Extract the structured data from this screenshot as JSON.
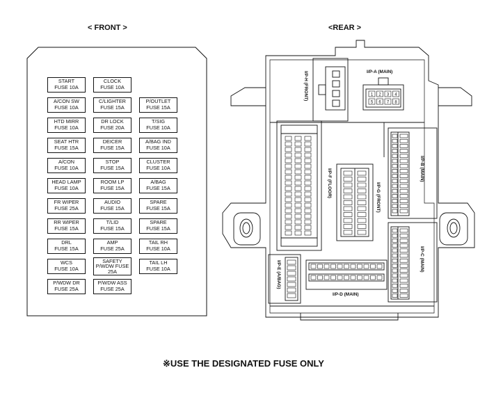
{
  "front": {
    "title": "< FRONT >",
    "fuses": [
      {
        "row": 0,
        "col": 0,
        "lines": [
          "START",
          "FUSE 10A"
        ]
      },
      {
        "row": 0,
        "col": 1,
        "lines": [
          "CLOCK",
          "FUSE 10A"
        ]
      },
      {
        "row": 1,
        "col": 0,
        "lines": [
          "A/CON SW",
          "FUSE 10A"
        ]
      },
      {
        "row": 1,
        "col": 1,
        "lines": [
          "C/LIGHTER",
          "FUSE 15A"
        ]
      },
      {
        "row": 1,
        "col": 2,
        "lines": [
          "P/OUTLET",
          "FUSE 15A"
        ]
      },
      {
        "row": 2,
        "col": 0,
        "lines": [
          "HTD MIRR",
          "FUSE 10A"
        ]
      },
      {
        "row": 2,
        "col": 1,
        "lines": [
          "DR  LOCK",
          "FUSE 20A"
        ]
      },
      {
        "row": 2,
        "col": 2,
        "lines": [
          "T/SIG",
          "FUSE 10A"
        ]
      },
      {
        "row": 3,
        "col": 0,
        "lines": [
          "SEAT HTR",
          "FUSE 15A"
        ]
      },
      {
        "row": 3,
        "col": 1,
        "lines": [
          "DEICER",
          "FUSE 15A"
        ]
      },
      {
        "row": 3,
        "col": 2,
        "lines": [
          "A/BAG IND",
          "FUSE 10A"
        ]
      },
      {
        "row": 4,
        "col": 0,
        "lines": [
          "A/CON",
          "FUSE 10A"
        ]
      },
      {
        "row": 4,
        "col": 1,
        "lines": [
          "STOP",
          "FUSE 15A"
        ]
      },
      {
        "row": 4,
        "col": 2,
        "lines": [
          "CLUSTER",
          "FUSE 10A"
        ]
      },
      {
        "row": 5,
        "col": 0,
        "lines": [
          "HEAD LAMP",
          "FUSE 10A"
        ]
      },
      {
        "row": 5,
        "col": 1,
        "lines": [
          "ROOM LP",
          "FUSE 15A"
        ]
      },
      {
        "row": 5,
        "col": 2,
        "lines": [
          "A/BAG",
          "FUSE 15A"
        ]
      },
      {
        "row": 6,
        "col": 0,
        "lines": [
          "FR WIPER",
          "FUSE 25A"
        ]
      },
      {
        "row": 6,
        "col": 1,
        "lines": [
          "AUDIO",
          "FUSE 15A"
        ]
      },
      {
        "row": 6,
        "col": 2,
        "lines": [
          "SPARE",
          "FUSE 15A"
        ]
      },
      {
        "row": 7,
        "col": 0,
        "lines": [
          "RR WIPER",
          "FUSE 15A"
        ]
      },
      {
        "row": 7,
        "col": 1,
        "lines": [
          "T/LID",
          "FUSE 15A"
        ]
      },
      {
        "row": 7,
        "col": 2,
        "lines": [
          "SPARE",
          "FUSE 15A"
        ]
      },
      {
        "row": 8,
        "col": 0,
        "lines": [
          "DRL",
          "FUSE 15A"
        ]
      },
      {
        "row": 8,
        "col": 1,
        "lines": [
          "AMP",
          "FUSE 25A"
        ]
      },
      {
        "row": 8,
        "col": 2,
        "lines": [
          "TAIL RH",
          "FUSE 10A"
        ]
      },
      {
        "row": 9,
        "col": 0,
        "lines": [
          "WCS",
          "FUSE 10A"
        ]
      },
      {
        "row": 9,
        "col": 1,
        "lines": [
          "SAFETY",
          "P/WDW FUSE",
          "25A"
        ]
      },
      {
        "row": 9,
        "col": 2,
        "lines": [
          "TAIL LH",
          "FUSE 10A"
        ]
      },
      {
        "row": 10,
        "col": 0,
        "lines": [
          "P/WDW DR",
          "FUSE 25A"
        ]
      },
      {
        "row": 10,
        "col": 1,
        "lines": [
          "P/WDW ASS",
          "FUSE 25A"
        ]
      }
    ]
  },
  "rear": {
    "title": "<REAR >",
    "connectors": {
      "iph": "I/P-H (FRONT)",
      "ipa": "I/P-A (MAIN)",
      "ipa_pins": [
        "1",
        "2",
        "3",
        "4",
        "5",
        "6",
        "7",
        "8"
      ],
      "ipf": "I/P-F (FLOOR)",
      "ipg": "I/P-G (FRONT)",
      "ipb": "I/P-B (MAIN)",
      "ipc": "I/P-C (MAIN)",
      "ipe": "I/P-E (A/BAG)",
      "ipd": "I/P-D (MAIN)"
    }
  },
  "note": "※USE THE DESIGNATED FUSE ONLY"
}
